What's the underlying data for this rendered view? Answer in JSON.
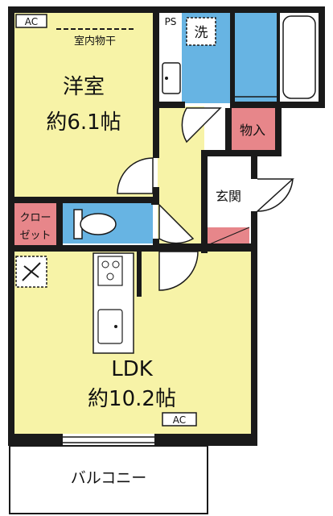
{
  "rooms": {
    "western_room": {
      "name": "洋室",
      "area": "約6.1帖"
    },
    "ldk": {
      "name": "LDK",
      "area": "約10.2帖"
    },
    "closet": {
      "line1": "クロー",
      "line2": "ゼット"
    },
    "storage": {
      "name": "物入"
    },
    "entrance": {
      "name": "玄関"
    },
    "balcony": {
      "name": "バルコニー"
    }
  },
  "symbols": {
    "ac_top": "AC",
    "ac_ldk": "AC",
    "indoor_drying": "室内物干",
    "ps": "PS",
    "washer": "洗"
  },
  "colors": {
    "wall": "#1a1a1a",
    "room_yellow": "#f7f3a7",
    "wet_blue": "#67b4e3",
    "accent_pink": "#e7868a",
    "floor_white": "#ffffff"
  },
  "icons": [
    "ac-unit-icon",
    "washer-icon",
    "bathtub-icon",
    "toilet-icon",
    "sink-icon",
    "stove-icon",
    "kitchen-sink-icon",
    "door-swing-icon"
  ]
}
